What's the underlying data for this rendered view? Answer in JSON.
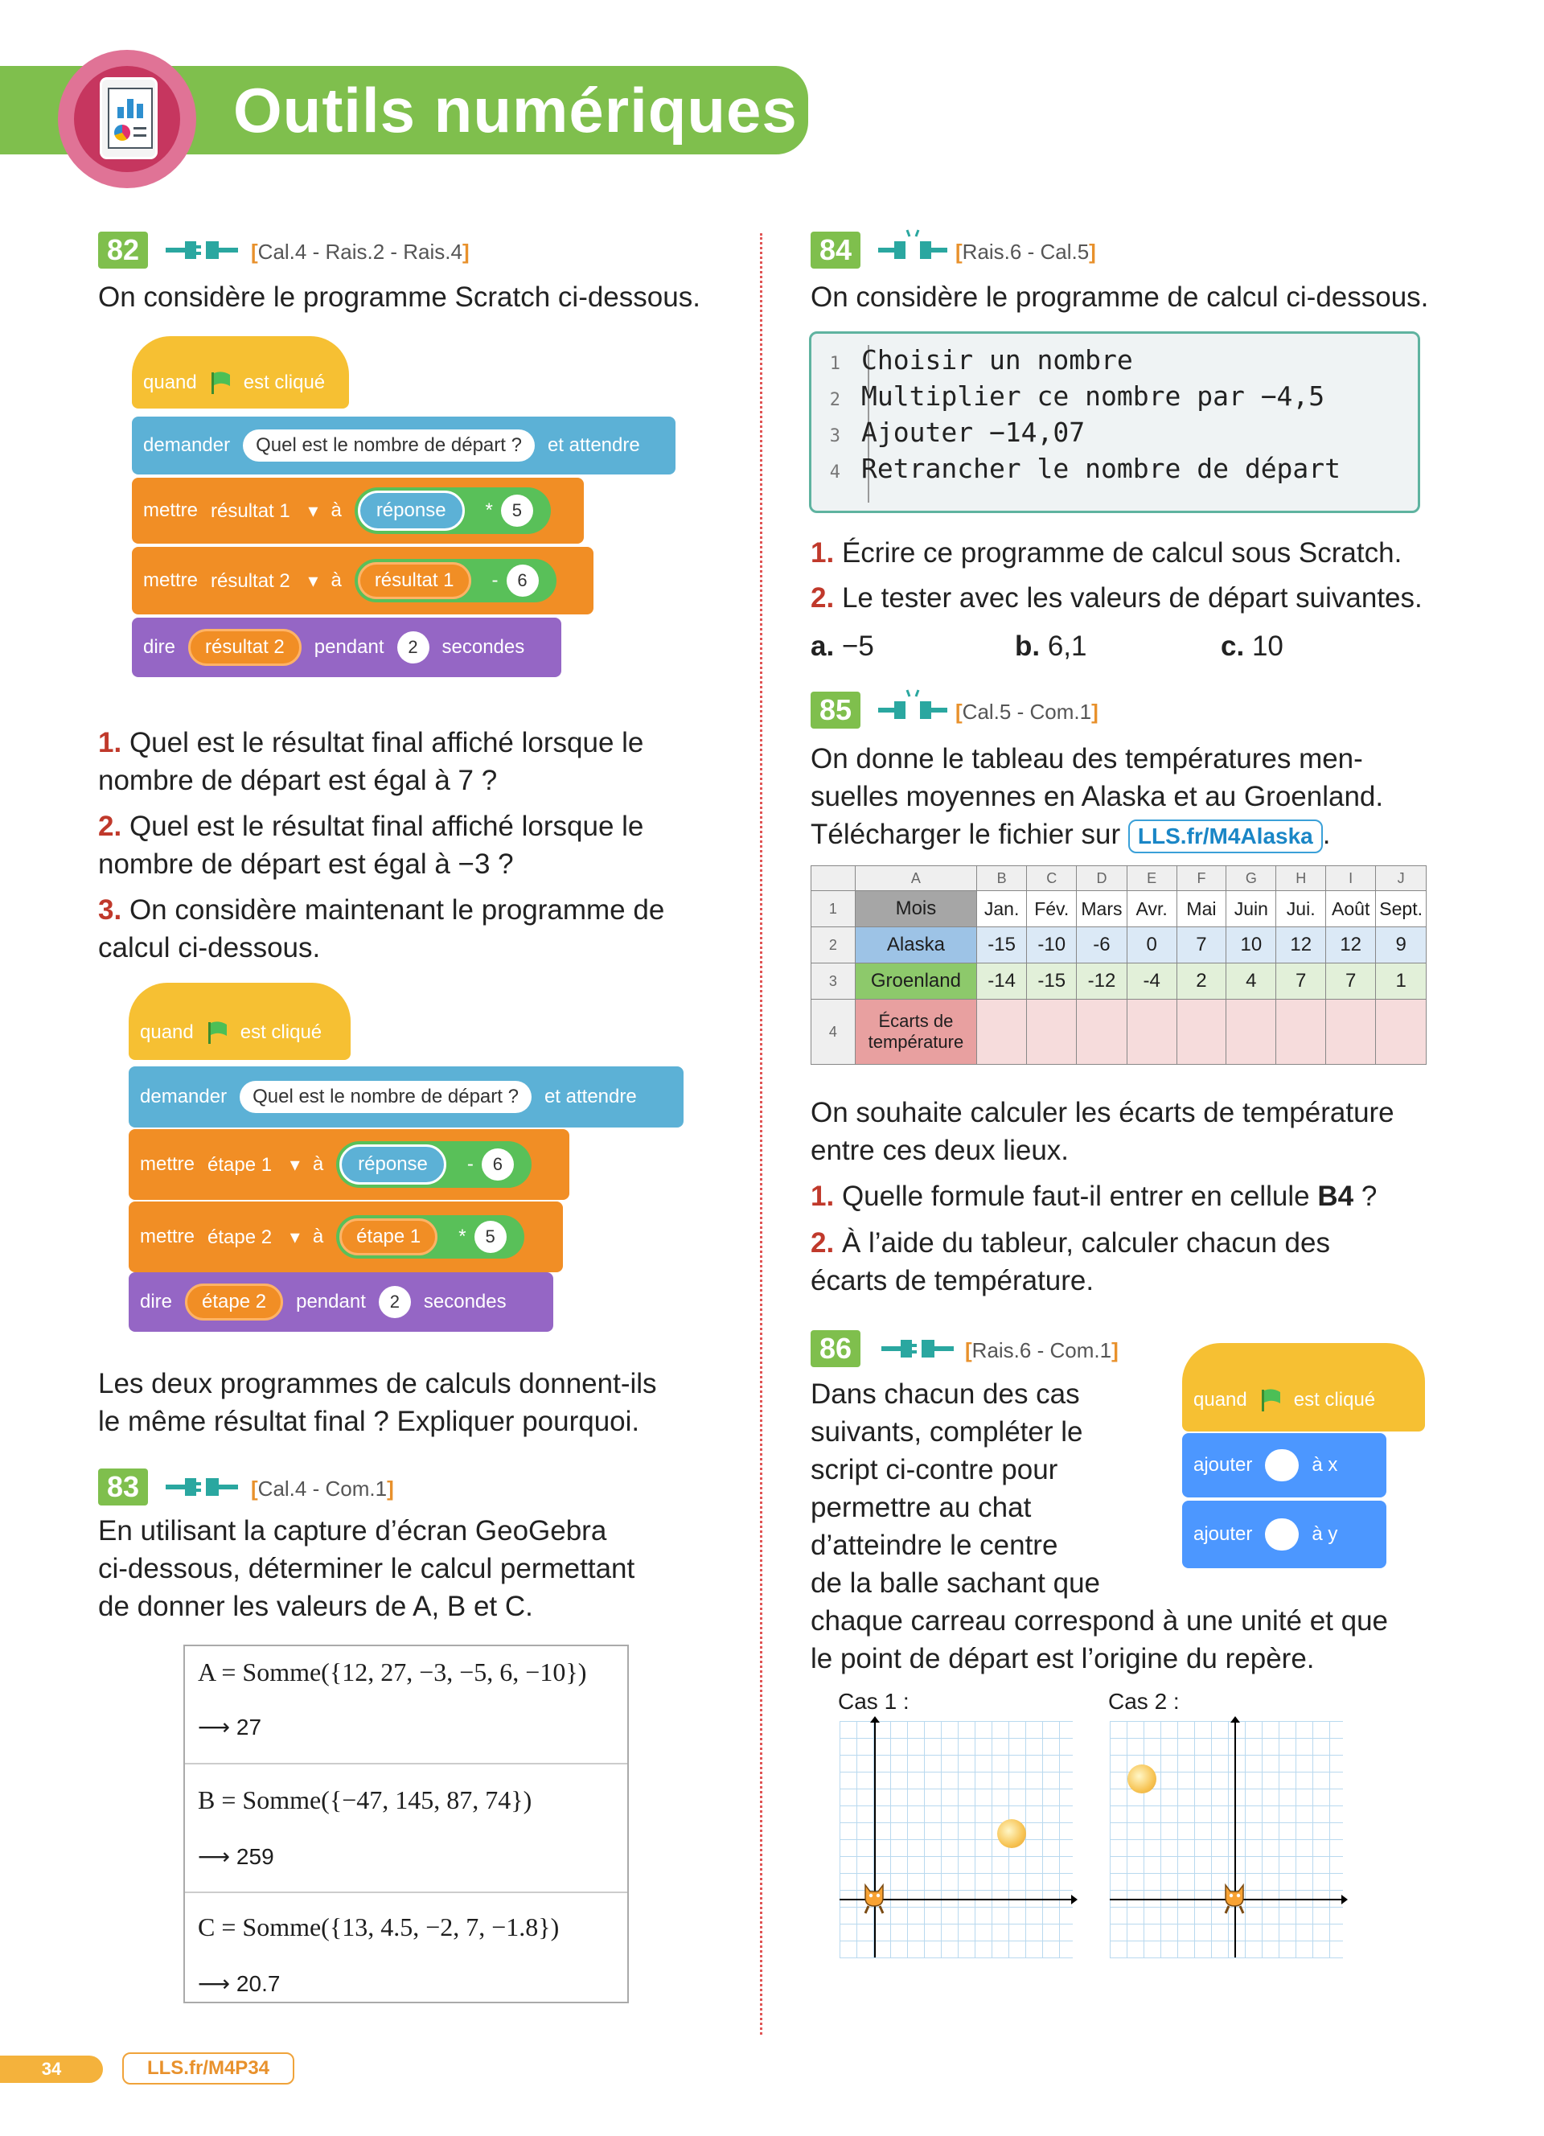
{
  "header": {
    "title": "Outils numériques"
  },
  "ex82": {
    "num": "82",
    "ref_open": "[",
    "ref": "Cal.4 - Rais.2 - Rais.4",
    "ref_close": "]",
    "intro": "On considère le programme Scratch ci-dessous.",
    "script1": {
      "hat_when": "quand",
      "hat_clicked": "est cliqué",
      "ask": "demander",
      "question": "Quel est le nombre de départ ?",
      "wait": "et attendre",
      "set": "mettre",
      "to": "à",
      "var1": "résultat 1",
      "var2": "résultat 2",
      "answer": "réponse",
      "op1": "*",
      "n1": "5",
      "ref1": "résultat 1",
      "op2": "-",
      "n2": "6",
      "say": "dire",
      "say_var": "résultat 2",
      "for": "pendant",
      "secs": "2",
      "seconds": "secondes"
    },
    "q1_num": "1.",
    "q1_line1": "Quel est le résultat final affiché lorsque le",
    "q1_line2": "nombre de départ est égal à 7 ?",
    "q2_num": "2.",
    "q2_line1": "Quel est le résultat final affiché lorsque le",
    "q2_line2": "nombre de départ est égal à −3 ?",
    "q3_num": "3.",
    "q3_line1": "On considère maintenant le programme de",
    "q3_line2": "calcul ci-dessous.",
    "script2": {
      "hat_when": "quand",
      "hat_clicked": "est cliqué",
      "ask": "demander",
      "question": "Quel est le nombre de départ ?",
      "wait": "et attendre",
      "set": "mettre",
      "to": "à",
      "var1": "étape 1",
      "var2": "étape 2",
      "answer": "réponse",
      "op1": "-",
      "n1": "6",
      "ref1": "étape 1",
      "op2": "*",
      "n2": "5",
      "say": "dire",
      "say_var": "étape 2",
      "for": "pendant",
      "secs": "2",
      "seconds": "secondes"
    },
    "final_line1": "Les deux programmes de calculs donnent-ils",
    "final_line2": "le même résultat final ? Expliquer pourquoi."
  },
  "ex83": {
    "num": "83",
    "ref_open": "[",
    "ref": "Cal.4 - Com.1",
    "ref_close": "]",
    "line1": "En utilisant la capture d’écran GeoGebra",
    "line2": "ci-dessous, déterminer le calcul permettant",
    "line3": "de donner les valeurs de A, B et C.",
    "geogebra": [
      {
        "formula": "A = Somme({12, 27, −3, −5, 6, −10})",
        "arrow": "⟶",
        "value": "27"
      },
      {
        "formula": "B = Somme({−47, 145, 87, 74})",
        "arrow": "⟶",
        "value": "259"
      },
      {
        "formula": "C = Somme({13, 4.5, −2, 7, −1.8})",
        "arrow": "⟶",
        "value": "20.7"
      }
    ]
  },
  "ex84": {
    "num": "84",
    "ref_open": "[",
    "ref": "Rais.6 - Cal.5",
    "ref_close": "]",
    "intro": "On considère le programme de calcul ci-dessous.",
    "code": [
      {
        "n": "1",
        "text": "Choisir un nombre"
      },
      {
        "n": "2",
        "text": "Multiplier ce nombre par −4,5"
      },
      {
        "n": "3",
        "text": "Ajouter −14,07"
      },
      {
        "n": "4",
        "text": "Retrancher le nombre de départ"
      }
    ],
    "q1_num": "1.",
    "q1": "Écrire ce programme de calcul sous Scratch.",
    "q2_num": "2.",
    "q2": "Le tester avec les valeurs de départ suivantes.",
    "a_label": "a.",
    "a_val": "−5",
    "b_label": "b.",
    "b_val": "6,1",
    "c_label": "c.",
    "c_val": "10"
  },
  "ex85": {
    "num": "85",
    "ref_open": "[",
    "ref": "Cal.5 - Com.1",
    "ref_close": "]",
    "line1": "On donne le tableau des températures men-",
    "line2": "suelles moyennes en Alaska et au Groenland.",
    "line3": "Télécharger le fichier sur",
    "link": "LLS.fr/M4Alaska",
    "line3_end": ".",
    "sheet": {
      "cols": [
        "",
        "A",
        "B",
        "C",
        "D",
        "E",
        "F",
        "G",
        "H",
        "I",
        "J"
      ],
      "rows": [
        {
          "n": "1",
          "label": "Mois",
          "cells": [
            "Jan.",
            "Fév.",
            "Mars",
            "Avr.",
            "Mai",
            "Juin",
            "Jui.",
            "Août",
            "Sept."
          ]
        },
        {
          "n": "2",
          "label": "Alaska",
          "cells": [
            "-15",
            "-10",
            "-6",
            "0",
            "7",
            "10",
            "12",
            "12",
            "9"
          ]
        },
        {
          "n": "3",
          "label": "Groenland",
          "cells": [
            "-14",
            "-15",
            "-12",
            "-4",
            "2",
            "4",
            "7",
            "7",
            "1"
          ]
        },
        {
          "n": "4",
          "label": "Écarts de température",
          "cells": [
            "",
            "",
            "",
            "",
            "",
            "",
            "",
            "",
            ""
          ]
        }
      ],
      "colors": {
        "mois": "#a6a6a6",
        "alaska": "#9dc3e6",
        "groenland": "#8dc96b",
        "ecarts": "#e8a0a0",
        "ecarts_cells": "#f6dcdc",
        "alaska_cells": "#dbe9f6",
        "groenland_cells": "#e2f0d9"
      }
    },
    "p_line1": "On souhaite calculer les écarts de température",
    "p_line2": "entre ces deux lieux.",
    "q1_num": "1.",
    "q1_pre": "Quelle formule faut-il entrer en cellule",
    "q1_cell": "B4",
    "q1_end": "?",
    "q2_num": "2.",
    "q2_line1": "À l’aide du tableur, calculer chacun des",
    "q2_line2": "écarts de température."
  },
  "ex86": {
    "num": "86",
    "ref_open": "[",
    "ref": "Rais.6 - Com.1",
    "ref_close": "]",
    "lines": [
      "Dans chacun des cas",
      "suivants, compléter le",
      "script ci-contre pour",
      "permettre au chat",
      "d’atteindre le centre",
      "de la balle sachant que"
    ],
    "line7": "chaque carreau correspond à une unité et que",
    "line8": "le point de départ est l’origine du repère.",
    "script": {
      "hat_when": "quand",
      "hat_clicked": "est cliqué",
      "add": "ajouter",
      "to_x": "à x",
      "to_y": "à y"
    },
    "case1": "Cas 1 :",
    "case2": "Cas 2 :"
  },
  "footer": {
    "page": "34",
    "link": "LLS.fr/M4P34"
  },
  "colors": {
    "green": "#7fbf4d",
    "orange": "#e8912c",
    "red": "#c0392b",
    "pink": "#c6365f"
  }
}
